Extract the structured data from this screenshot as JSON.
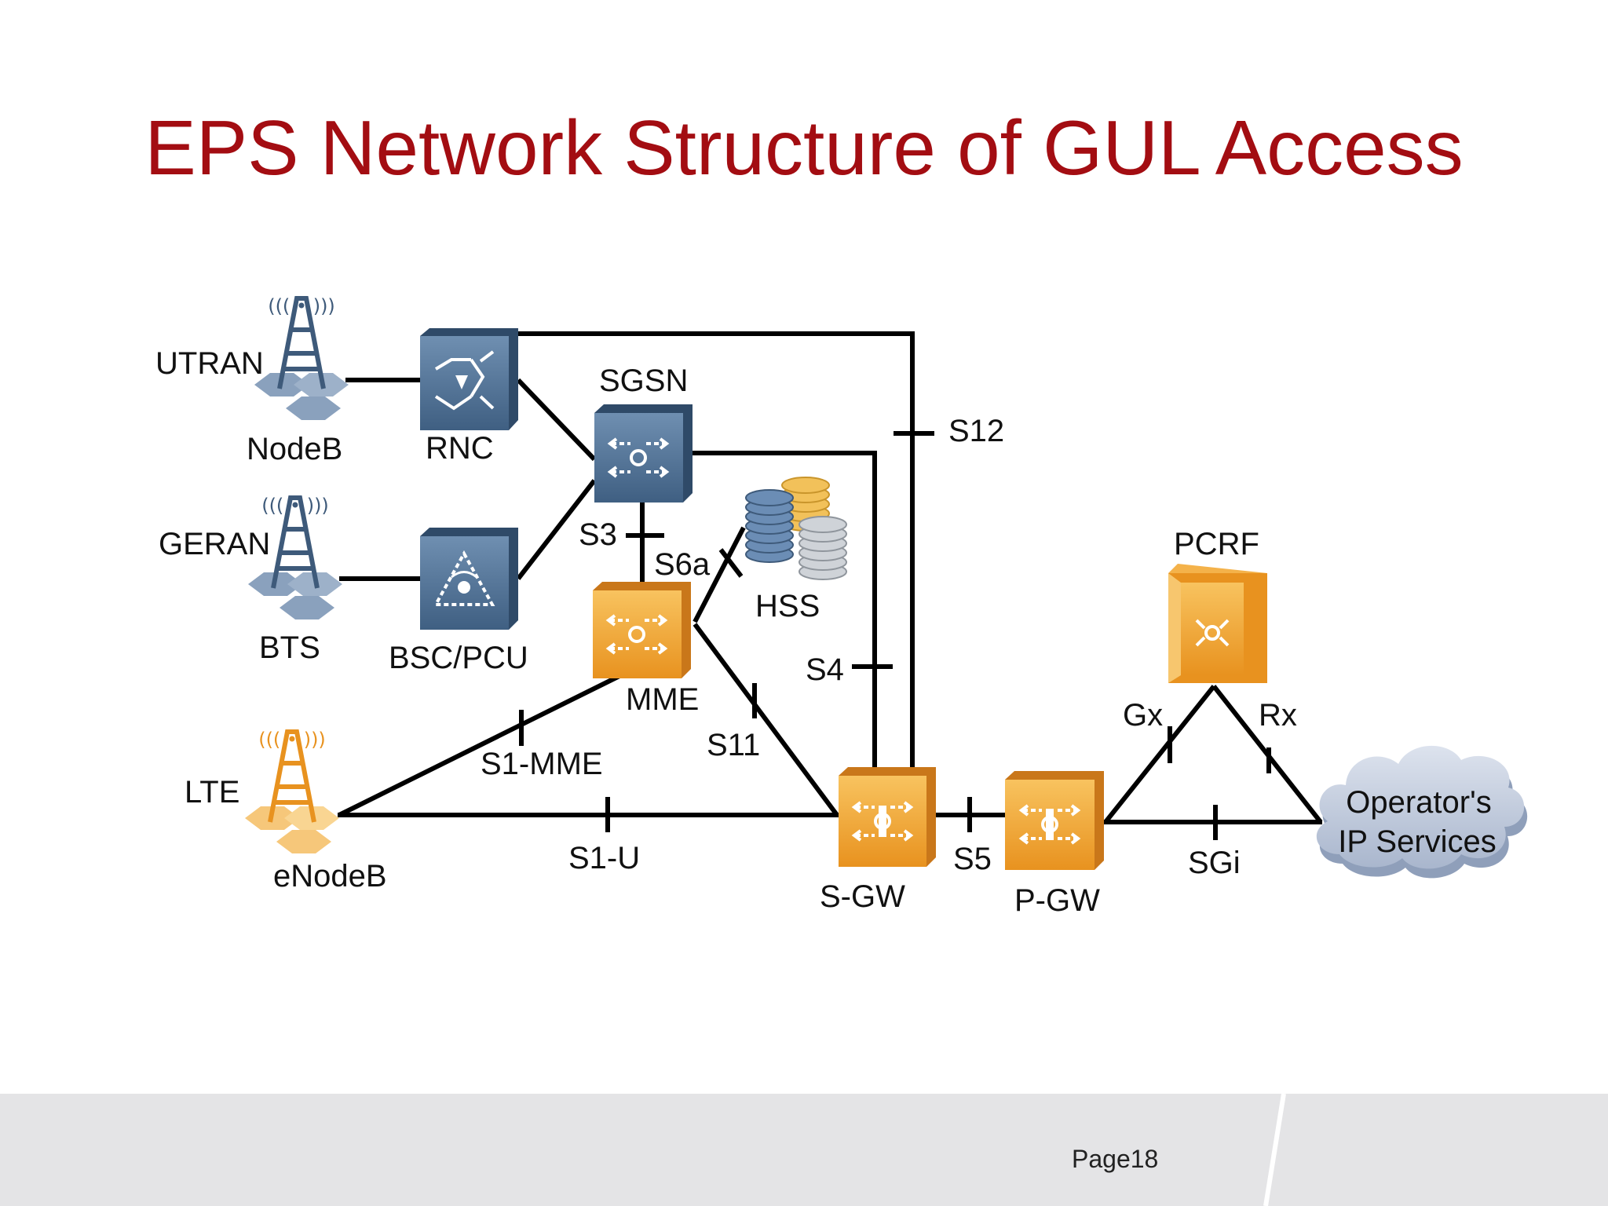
{
  "title": "EPS Network Structure of GUL Access",
  "page": "Page18",
  "colors": {
    "title": "#a30d12",
    "legacy_node": "#4e6d8e",
    "eps_node": "#f0a53a",
    "cloud": "#c9d2e2",
    "footer": "#e4e4e6"
  },
  "access": {
    "utran": "UTRAN",
    "geran": "GERAN",
    "lte": "LTE"
  },
  "nodes": {
    "nodeb": "NodeB",
    "rnc": "RNC",
    "sgsn": "SGSN",
    "bts": "BTS",
    "bsc_pcu": "BSC/PCU",
    "hss": "HSS",
    "mme": "MME",
    "enodeb": "eNodeB",
    "sgw": "S-GW",
    "pgw": "P-GW",
    "pcrf": "PCRF",
    "ip_services_line1": "Operator's",
    "ip_services_line2": "IP Services"
  },
  "interfaces": {
    "s12": "S12",
    "s3": "S3",
    "s6a": "S6a",
    "s4": "S4",
    "s11": "S11",
    "s1_mme": "S1-MME",
    "s1_u": "S1-U",
    "s5": "S5",
    "sgi": "SGi",
    "gx": "Gx",
    "rx": "Rx"
  },
  "icons": {
    "nodeb": "radio-tower-icon",
    "bts": "radio-tower-icon",
    "enodeb": "radio-tower-icon",
    "rnc": "network-element-icon",
    "sgsn": "router-icon",
    "bsc_pcu": "controller-icon",
    "hss": "database-icon",
    "mme": "router-icon",
    "sgw": "gateway-icon",
    "pgw": "gateway-icon",
    "pcrf": "policy-server-icon",
    "ip_services": "cloud-icon"
  }
}
